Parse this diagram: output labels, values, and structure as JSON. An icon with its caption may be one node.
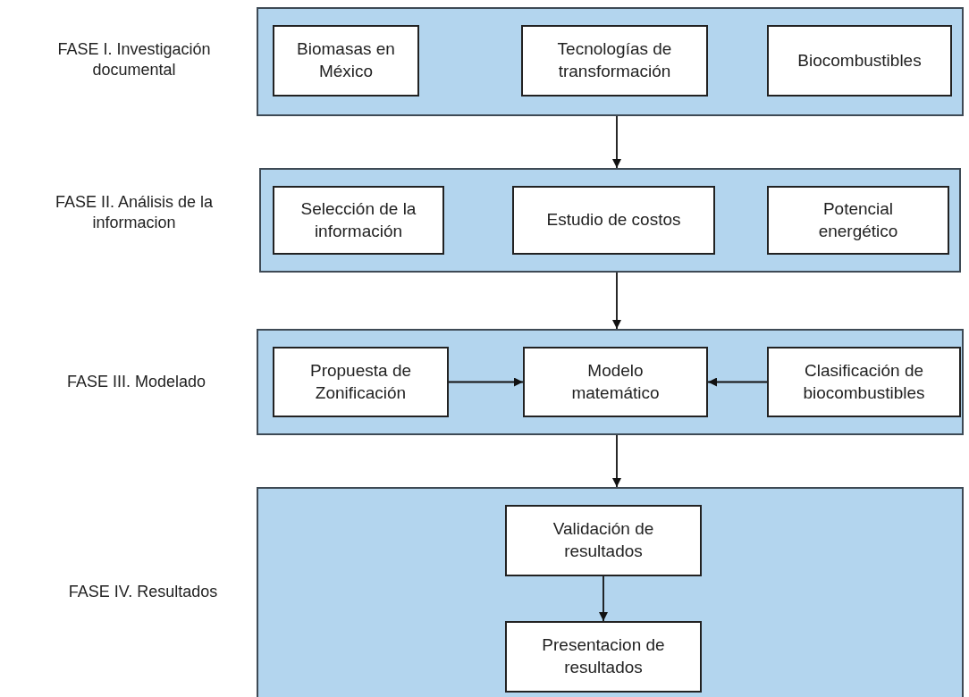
{
  "diagram": {
    "nodes": [
      {
        "text": [
          "FASE I. Investigación documental"
        ]
      },
      {
        "text": [
          "Biomasas en México"
        ],
        "in": 0
      },
      {
        "text": [
          "Tecnologías de transformación"
        ],
        "in": 0
      },
      {
        "text": [
          "Biocombustibles"
        ],
        "in": 0
      },
      {
        "text": [
          "FASE II. Análisis de la informacion"
        ]
      },
      {
        "text": [
          "Selección de la información"
        ],
        "in": 4
      },
      {
        "text": [
          "Estudio de costos"
        ],
        "in": 4
      },
      {
        "text": [
          "Potencial energético"
        ],
        "in": 4
      },
      {
        "text": [
          "FASE III. Modelado"
        ]
      },
      {
        "text": [
          "Propuesta de Zonificación"
        ],
        "in": 8
      },
      {
        "text": [
          "Modelo matemático"
        ],
        "in": 8
      },
      {
        "text": [
          "Clasificación de biocombustibles"
        ],
        "in": 8
      },
      {
        "text": [
          "FASE IV. Resultados"
        ]
      },
      {
        "text": [
          "Validación de resultados"
        ],
        "in": 12
      },
      {
        "text": [
          "Presentacion de resultados"
        ],
        "in": 12
      }
    ],
    "edges": [
      {
        "from": 0,
        "to": 4,
        "arrow": "to"
      },
      {
        "from": 4,
        "to": 8,
        "arrow": "to"
      },
      {
        "from": 8,
        "to": 12,
        "arrow": "to"
      },
      {
        "from": 9,
        "to": 10,
        "arrow": "to"
      },
      {
        "from": 11,
        "to": 10,
        "arrow": "to"
      },
      {
        "from": 13,
        "to": 14,
        "arrow": "to"
      }
    ]
  }
}
